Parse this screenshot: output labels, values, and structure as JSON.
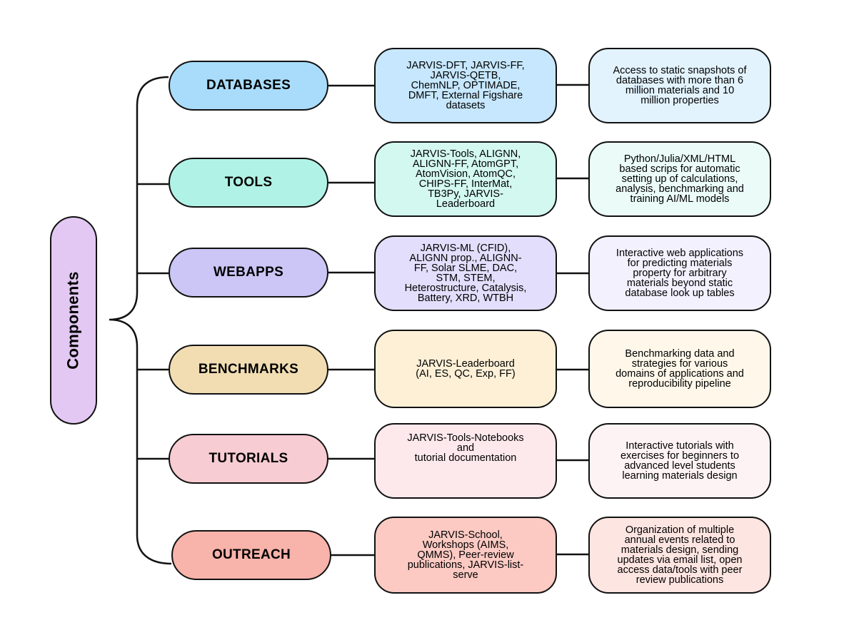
{
  "root": {
    "label": "Components",
    "color": "#e2c8f2"
  },
  "rows": [
    {
      "category": "DATABASES",
      "color_category": "#a9dcfb",
      "color_box": "#c6e7fd",
      "color_desc": "#e2f3fe",
      "resources": "JARVIS-DFT, JARVIS-FF,\nJARVIS-QETB,\nChemNLP, OPTIMADE,\nDMFT, External Figshare\ndatasets",
      "description": "Access to static snapshots of\ndatabases with more than 6\nmillion materials and 10\nmillion properties"
    },
    {
      "category": "TOOLS",
      "color_category": "#b1f2e6",
      "color_box": "#d3f8f0",
      "color_desc": "#ebfcf8",
      "resources": "JARVIS-Tools, ALIGNN,\nALIGNN-FF, AtomGPT,\nAtomVision, AtomQC,\nCHIPS-FF, InterMat,\nTB3Py, JARVIS-\nLeaderboard",
      "description": "Python/Julia/XML/HTML\nbased scrips for automatic\nsetting up of calculations,\nanalysis, benchmarking and\ntraining AI/ML models"
    },
    {
      "category": "WEBAPPS",
      "color_category": "#cbc6f6",
      "color_box": "#e2defb",
      "color_desc": "#f3f1fe",
      "resources": "JARVIS-ML (CFID),\nALIGNN prop., ALIGNN-\nFF, Solar SLME, DAC,\nSTM, STEM,\nHeterostructure, Catalysis,\nBattery, XRD, WTBH",
      "description": "Interactive web applications\nfor predicting materials\nproperty for arbitrary\nmaterials beyond static\ndatabase look up tables"
    },
    {
      "category": "BENCHMARKS",
      "color_category": "#f2ddb3",
      "color_box": "#fdf0d7",
      "color_desc": "#fef7ea",
      "resources": "JARVIS-Leaderboard\n(AI, ES, QC, Exp, FF)",
      "description": "Benchmarking data and\nstrategies for various\ndomains of applications and\nreproducibility pipeline"
    },
    {
      "category": "TUTORIALS",
      "color_category": "#f7ccd2",
      "color_box": "#fde9ec",
      "color_desc": "#fef3f4",
      "resources": "JARVIS-Tools-Notebooks\nand\ntutorial documentation",
      "description": "Interactive tutorials with\nexercises for beginners to\nadvanced level students\nlearning materials design"
    },
    {
      "category": "OUTREACH",
      "color_category": "#f8b3aa",
      "color_box": "#fccac3",
      "color_desc": "#fde5e1",
      "resources": "JARVIS-School,\nWorkshops (AIMS,\nQMMS),  Peer-review\npublications, JARVIS-list-\nserve",
      "description": "Organization of multiple\nannual events related to\nmaterials design, sending\nupdates via email list, open\naccess data/tools with peer\nreview publications"
    }
  ]
}
